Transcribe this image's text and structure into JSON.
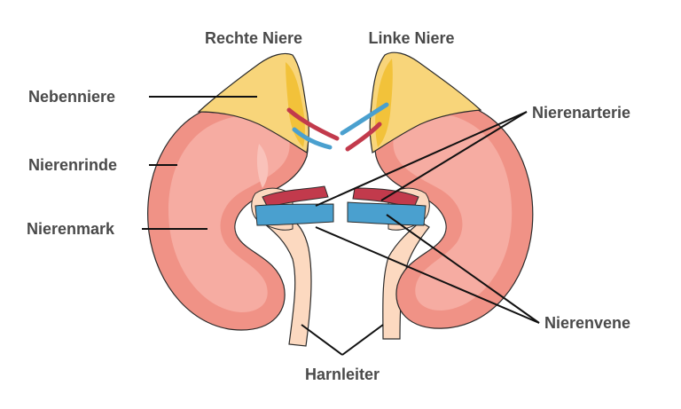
{
  "labels": {
    "right_kidney": "Rechte Niere",
    "left_kidney": "Linke Niere",
    "adrenal_gland": "Nebenniere",
    "renal_cortex": "Nierenrinde",
    "renal_medulla": "Nierenmark",
    "renal_artery": "Nierenarterie",
    "renal_vein": "Nierenvene",
    "ureter": "Harnleiter"
  },
  "colors": {
    "cortex": "#f09286",
    "medulla": "#f6aca2",
    "adrenal": "#f8d57a",
    "adrenal_dark": "#f2c23a",
    "artery": "#c23a4c",
    "vein": "#4aa0cf",
    "ureter": "#fcd9c0",
    "outline": "#2b2b2b",
    "text": "#4a4a4a"
  }
}
